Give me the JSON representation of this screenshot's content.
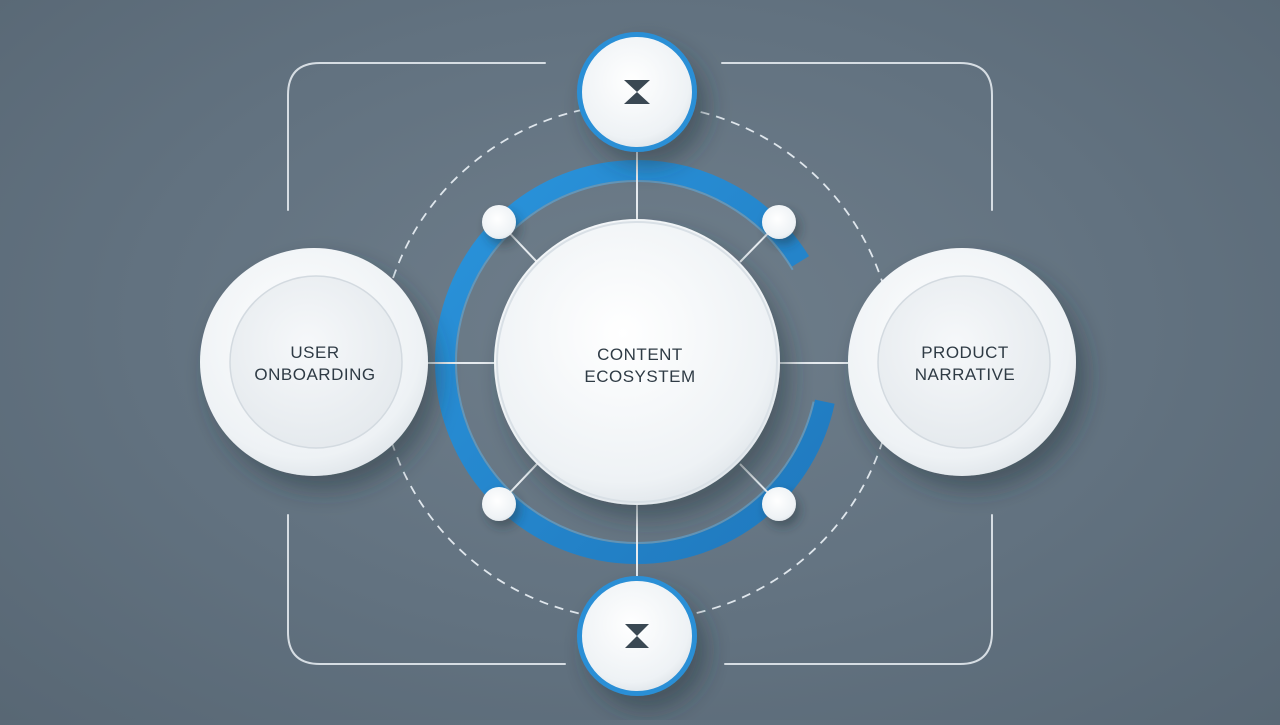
{
  "diagram": {
    "center_node": {
      "line1": "CONTENT",
      "line2": "ECOSYSTEM"
    },
    "left_node": {
      "line1": "USER",
      "line2": "ONBOARDING"
    },
    "right_node": {
      "line1": "PRODUCT",
      "line2": "NARRATIVE"
    },
    "top_node": {
      "icon": "hourglass-icon"
    },
    "bottom_node": {
      "icon": "hourglass-icon"
    }
  },
  "colors": {
    "background": "#627280",
    "node_fill": "#f1f4f6",
    "accent_ring": "#2b8fd6",
    "connector": "#e8edf1"
  }
}
